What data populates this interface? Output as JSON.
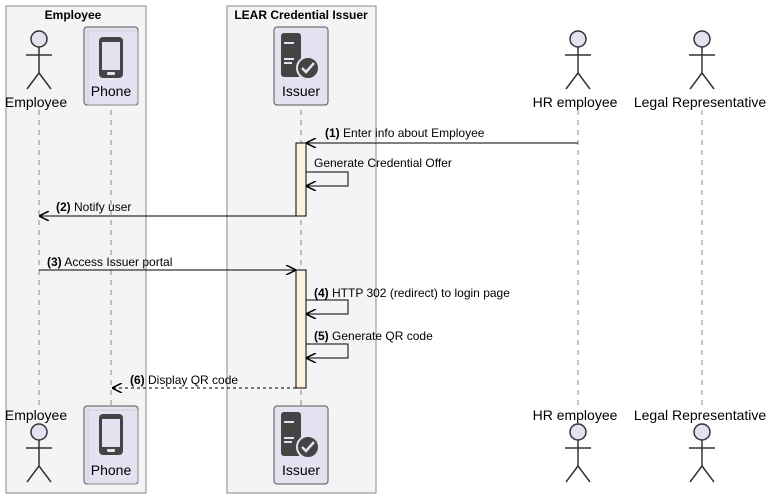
{
  "boxes": [
    {
      "title": "Employee"
    },
    {
      "title": "LEAR Credential Issuer"
    }
  ],
  "participants": {
    "employee": {
      "label": "Employee",
      "type": "actor"
    },
    "phone": {
      "label": "Phone",
      "type": "device",
      "icon": "phone-icon"
    },
    "issuer": {
      "label": "Issuer",
      "type": "server",
      "icon": "server-check-icon"
    },
    "hr": {
      "label": "HR employee",
      "type": "actor"
    },
    "legal": {
      "label": "Legal Representative",
      "type": "actor"
    }
  },
  "messages": [
    {
      "num": "(1)",
      "text": "Enter info about Employee",
      "from": "hr",
      "to": "issuer",
      "style": "solid"
    },
    {
      "num": "",
      "text": "Generate Credential Offer",
      "from": "issuer",
      "to": "issuer",
      "style": "self"
    },
    {
      "num": "(2)",
      "text": "Notify user",
      "from": "issuer",
      "to": "employee",
      "style": "solid"
    },
    {
      "num": "(3)",
      "text": "Access Issuer portal",
      "from": "employee",
      "to": "issuer",
      "style": "solid"
    },
    {
      "num": "(4)",
      "text": "HTTP 302 (redirect) to login page",
      "from": "issuer",
      "to": "issuer",
      "style": "self"
    },
    {
      "num": "(5)",
      "text": "Generate QR code",
      "from": "issuer",
      "to": "issuer",
      "style": "self"
    },
    {
      "num": "(6)",
      "text": "Display QR code",
      "from": "issuer",
      "to": "phone",
      "style": "dashed"
    }
  ],
  "colors": {
    "box_fill": "#f4f4f4",
    "box_stroke": "#888888",
    "participant_fill": "#e2e2f0",
    "icon_fill": "#444444",
    "activation_fill": "#fdf0dc"
  }
}
